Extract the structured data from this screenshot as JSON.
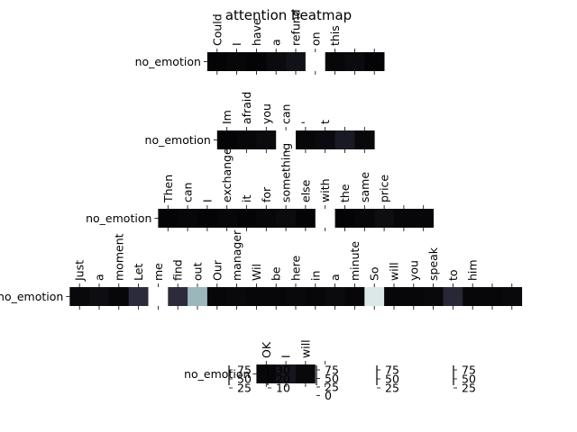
{
  "chart_data": {
    "type": "heatmap",
    "title": "attention heatmap",
    "rows": [
      {
        "label": "no_emotion",
        "tokens": [
          "Could",
          "I",
          "have",
          "a",
          "refund",
          "on",
          "this",
          "",
          ""
        ],
        "values": [
          0.02,
          0.03,
          0.02,
          0.05,
          0.08,
          1.0,
          0.03,
          0.05,
          0.02
        ]
      },
      {
        "label": "no_emotion",
        "tokens": [
          "Im",
          "afraid",
          "you",
          "can",
          "'",
          "t",
          "",
          ""
        ],
        "values": [
          0.02,
          0.03,
          0.05,
          1.0,
          0.03,
          0.05,
          0.12,
          0.04
        ]
      },
      {
        "label": "no_emotion",
        "tokens": [
          "Then",
          "can",
          "I",
          "exchange",
          "it",
          "for",
          "something",
          "else",
          "with",
          "the",
          "same",
          "price",
          "",
          ""
        ],
        "values": [
          0.02,
          0.03,
          0.02,
          0.03,
          0.02,
          0.03,
          0.05,
          0.02,
          1.0,
          0.02,
          0.03,
          0.06,
          0.03,
          0.03
        ]
      },
      {
        "label": "no_emotion",
        "tokens": [
          "Just",
          "a",
          "moment",
          "Let",
          "me",
          "find",
          "out",
          "Our",
          "manager",
          "Wil",
          "be",
          "here",
          "in",
          "a",
          "minute",
          "So",
          "will",
          "you",
          "speak",
          "to",
          "him",
          "",
          ""
        ],
        "values": [
          0.04,
          0.06,
          0.03,
          0.2,
          1.0,
          0.2,
          0.7,
          0.03,
          0.04,
          0.03,
          0.03,
          0.04,
          0.03,
          0.05,
          0.03,
          0.9,
          0.03,
          0.03,
          0.04,
          0.18,
          0.03,
          0.03,
          0.04
        ]
      },
      {
        "label": "no_emotion",
        "tokens": [
          "OK",
          "I",
          "will",
          ""
        ],
        "values": [
          0.03,
          0.1,
          0.04,
          1.0
        ]
      }
    ],
    "colorbars": [
      {
        "ticks": [
          "75",
          "50",
          "25"
        ]
      },
      {
        "ticks": [
          "30",
          "20",
          "10"
        ]
      },
      {
        "ticks": [
          "75",
          "50",
          "25",
          "0"
        ]
      },
      {
        "ticks": [
          "75",
          "50",
          "25"
        ]
      },
      {
        "ticks": [
          "75",
          "50",
          "25"
        ]
      }
    ],
    "colormap": "bone"
  }
}
